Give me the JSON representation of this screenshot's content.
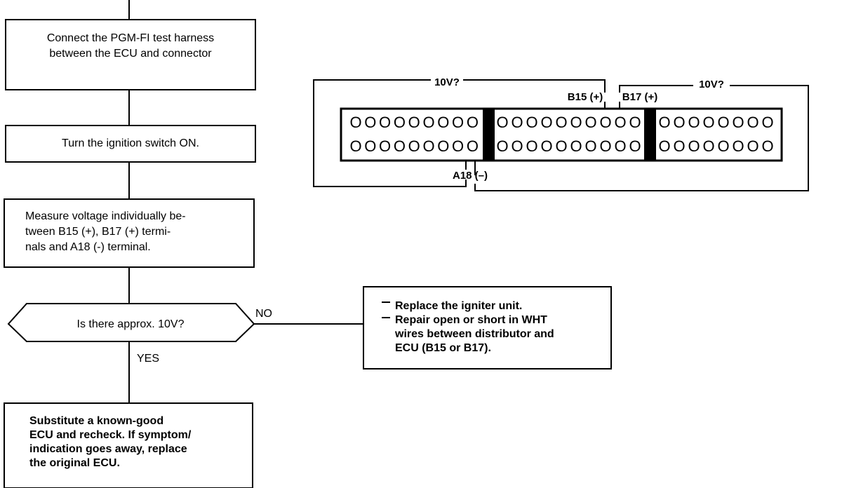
{
  "flow": {
    "step1": {
      "line1": "Connect the PGM-FI test harness",
      "line2": "between the ECU and connector"
    },
    "step2": {
      "text": "Turn the ignition switch ON."
    },
    "step3": {
      "line1": "Measure voltage individually be-",
      "line2": "tween B15 (+), B17 (+) termi-",
      "line3": "nals and A18 (-) terminal."
    },
    "decision": {
      "text": "Is there approx. 10V?",
      "no_label": "NO",
      "yes_label": "YES"
    },
    "no_box": {
      "line1": "Replace the igniter unit.",
      "line2": "Repair open or short in WHT",
      "line3": "wires between distributor and",
      "line4": "ECU (B15 or B17)."
    },
    "final": {
      "line1": "Substitute  a  known-good",
      "line2": "ECU and recheck. If symptom/",
      "line3": "indication goes away, replace",
      "line4": "the original ECU."
    }
  },
  "connector": {
    "voltage_left": "10V?",
    "voltage_right": "10V?",
    "terminal_b15": "B15 (+)",
    "terminal_b17": "B17 (+)",
    "terminal_a18": "A18 (–)",
    "pin_glyph": "O",
    "pins_per_row": [
      9,
      10,
      8
    ]
  }
}
